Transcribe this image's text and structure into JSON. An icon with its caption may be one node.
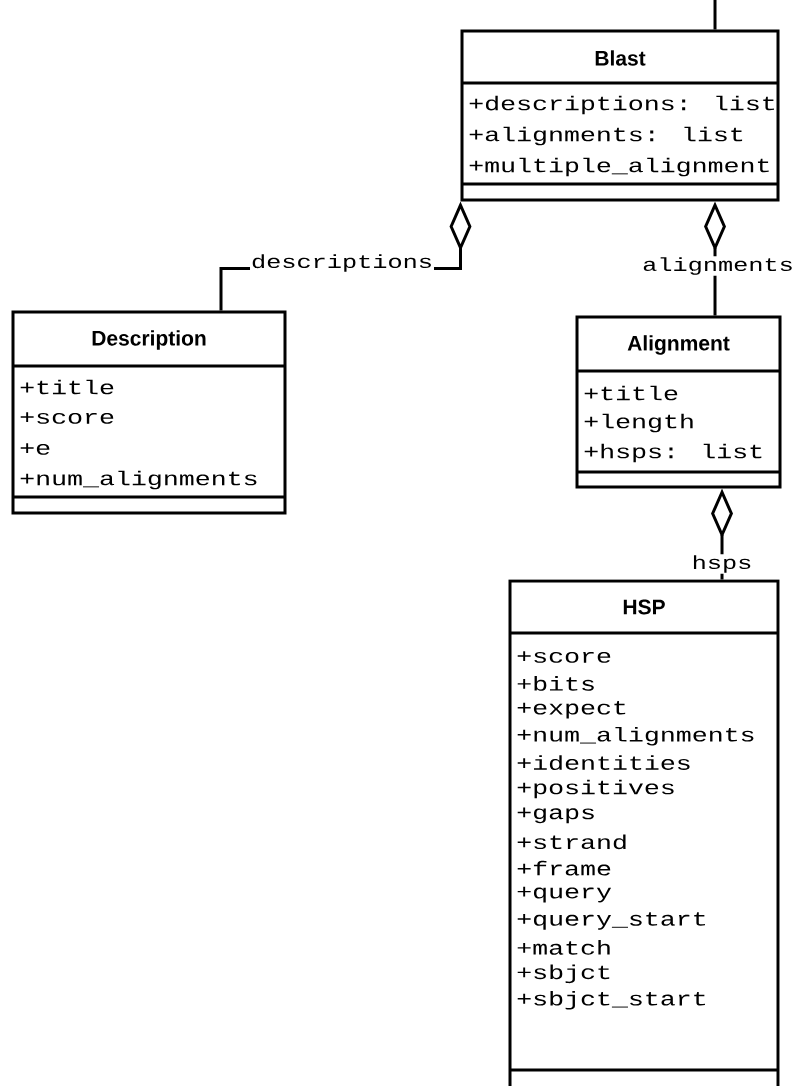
{
  "diagram": {
    "nodes": [
      {
        "text": [
          "Blast",
          "+descriptions: list",
          "+alignments: list",
          "+multiple_alignment"
        ]
      },
      {
        "text": [
          "Description",
          "+title",
          "+score",
          "+e",
          "+num_alignments"
        ]
      },
      {
        "text": [
          "Alignment",
          "+title",
          "+length",
          "+hsps: list"
        ]
      },
      {
        "text": [
          "HSP",
          "+score",
          "+bits",
          "+expect",
          "+num_alignments",
          "+identities",
          "+positives",
          "+gaps",
          "+strand",
          "+frame",
          "+query",
          "+query_start",
          "+match",
          "+sbjct",
          "+sbjct_start"
        ]
      }
    ],
    "edges": [
      {
        "from": null,
        "to": 0,
        "arrow": "none"
      },
      {
        "from": 0,
        "to": 1,
        "arrow": "other",
        "label": "descriptions"
      },
      {
        "from": 0,
        "to": 2,
        "arrow": "other",
        "label": "alignments"
      },
      {
        "from": 2,
        "to": 3,
        "arrow": "other",
        "label": "hsps"
      }
    ]
  }
}
